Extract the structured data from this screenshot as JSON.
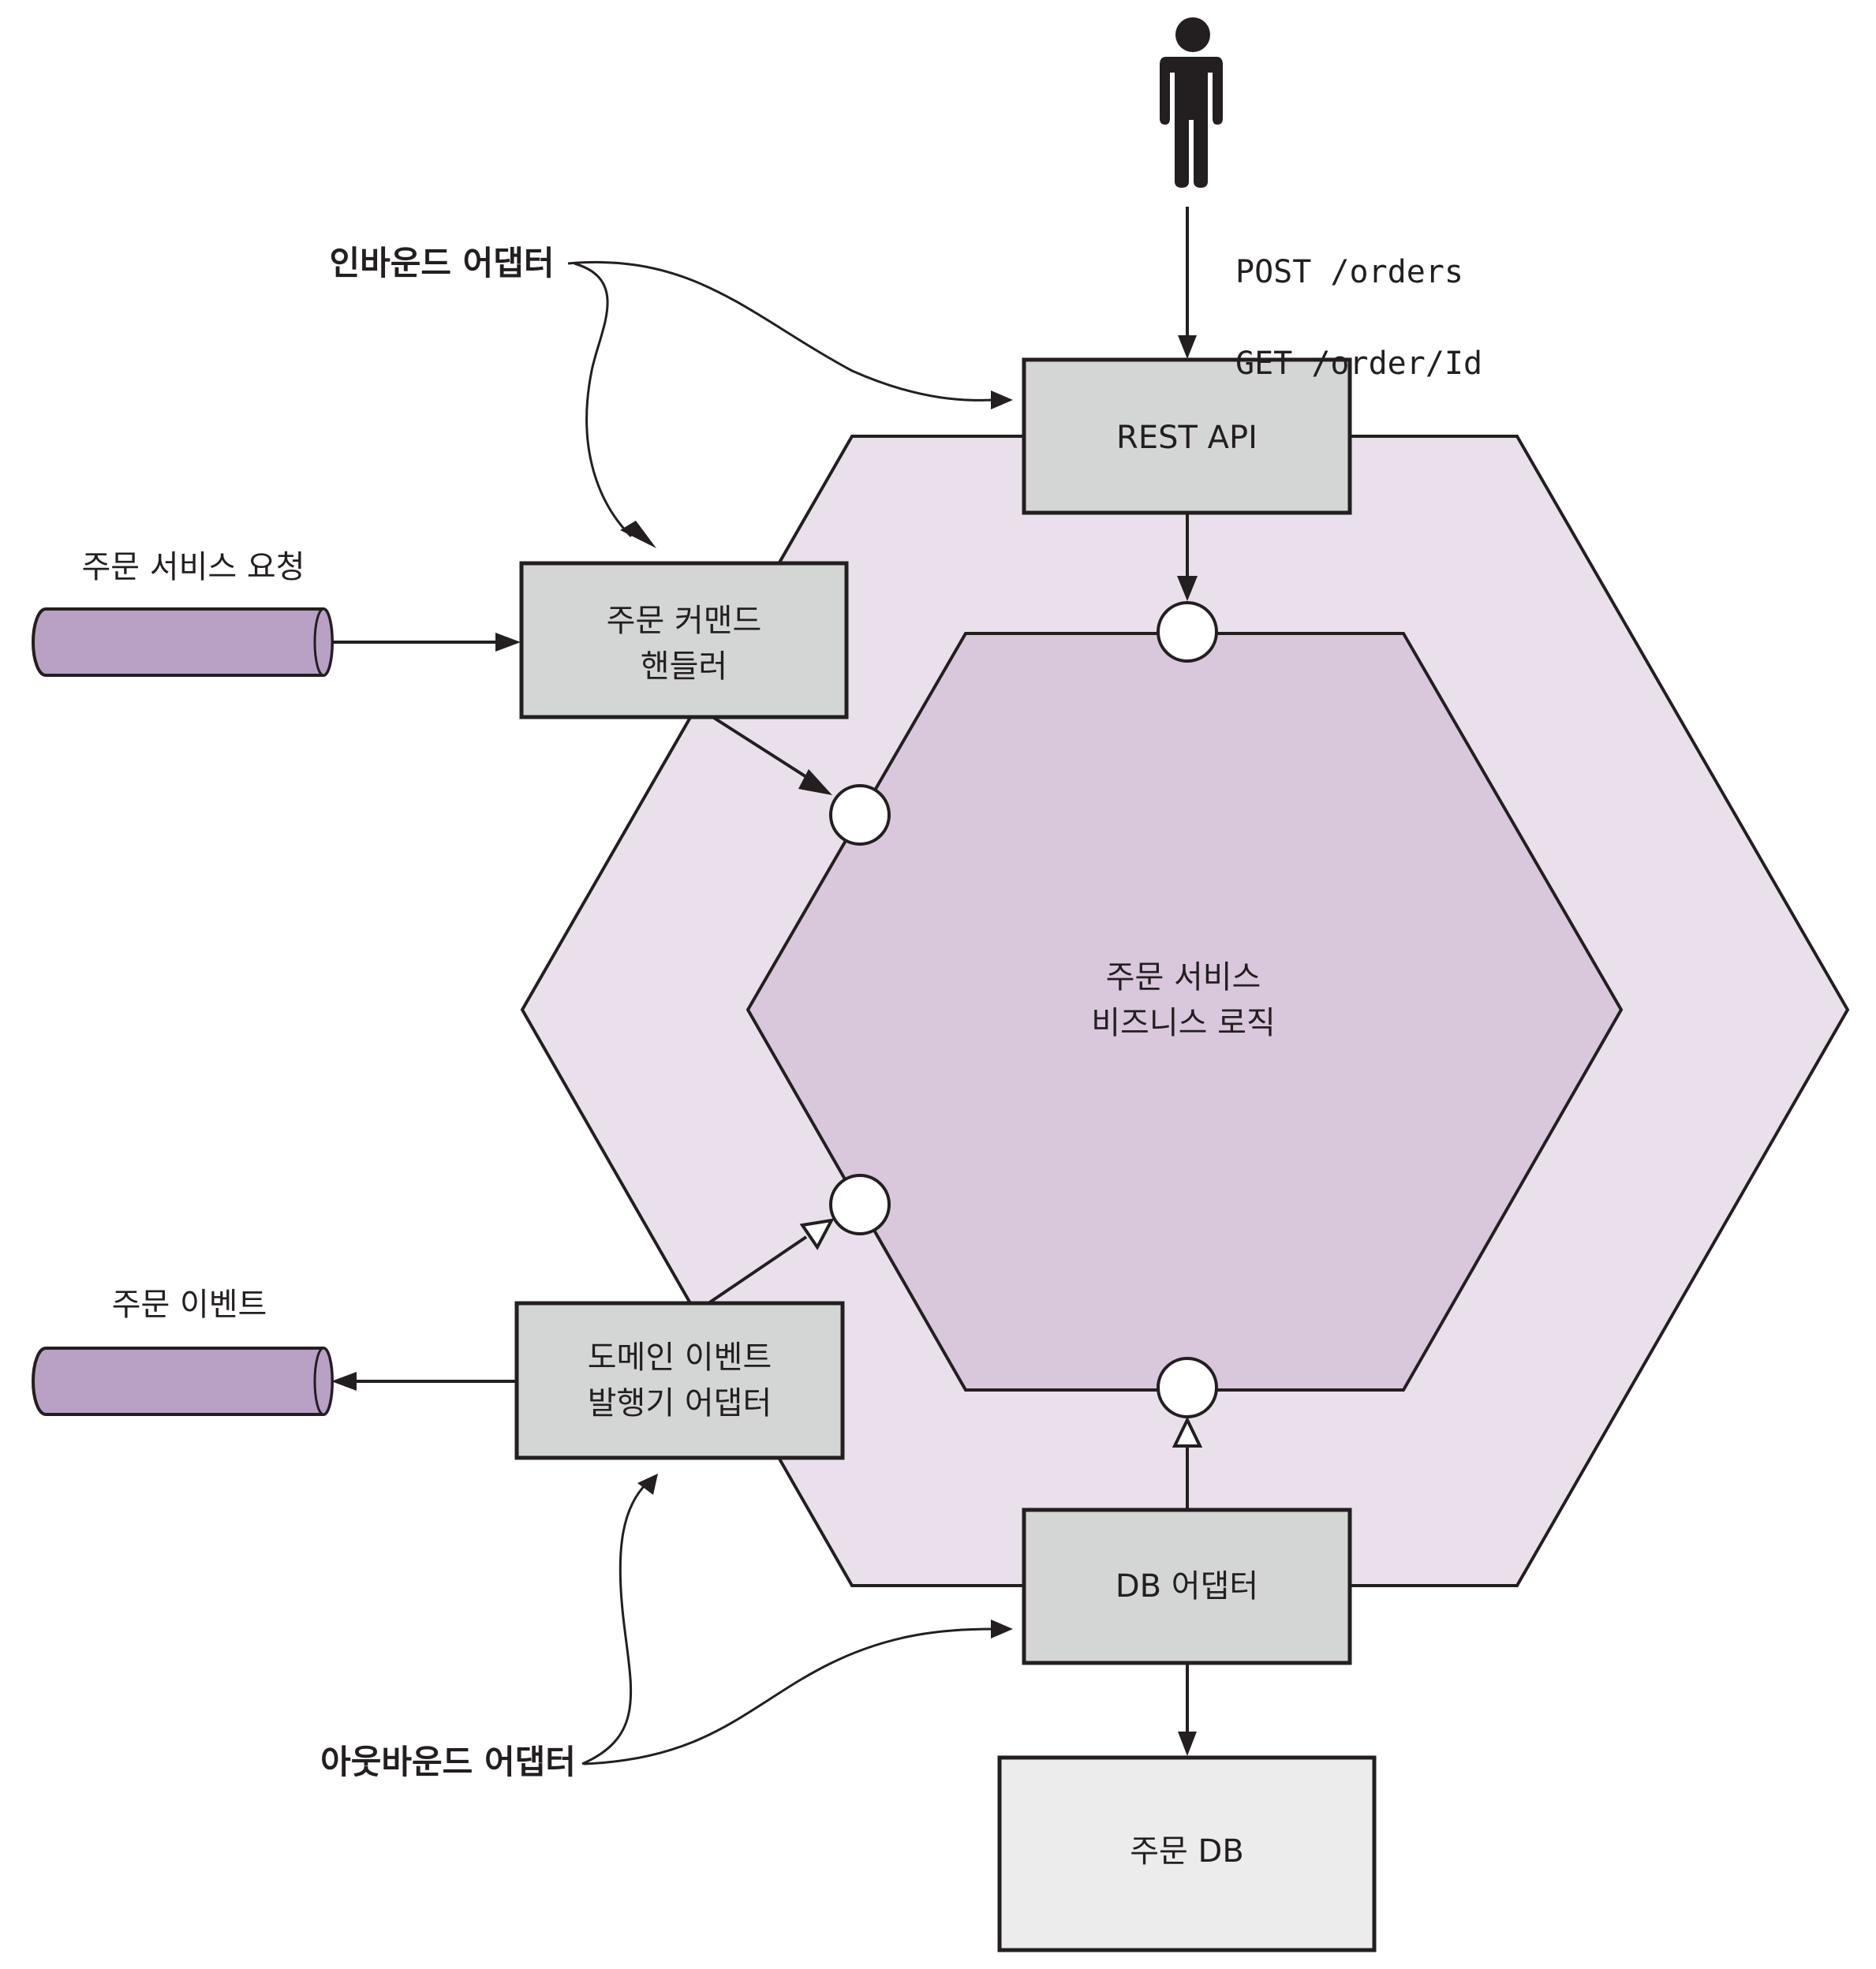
{
  "colors": {
    "outer_hexagon": "#e9e0ec",
    "inner_hexagon": "#d9c7dc",
    "adapter_box": "#d4d6d5",
    "db_box": "#ebeceb",
    "queue": "#b9a0c5",
    "stroke": "#231f20",
    "port": "#ffffff"
  },
  "actor": {
    "icon": "person-icon",
    "requests": [
      "POST /orders",
      "GET /order/Id"
    ]
  },
  "annotations": {
    "inbound": "인바운드 어댑터",
    "outbound": "아웃바운드 어댑터"
  },
  "core": {
    "label": "주문 서비스\n비즈니스 로직"
  },
  "adapters": {
    "rest_api": "REST API",
    "command_handler": "주문 커맨드\n핸들러",
    "event_publisher": "도메인 이벤트\n발행기 어댑터",
    "db_adapter": "DB 어댑터"
  },
  "queues": {
    "requests": "주문 서비스 요청",
    "events": "주문 이벤트"
  },
  "database": {
    "label": "주문 DB"
  }
}
